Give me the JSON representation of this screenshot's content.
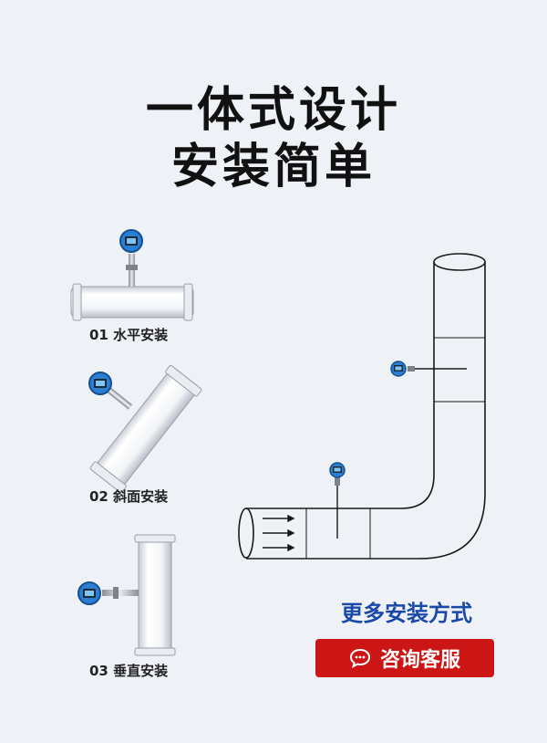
{
  "headline": {
    "line1": "一体式设计",
    "line2": "安装简单"
  },
  "methods": [
    {
      "label": "01 水平安装"
    },
    {
      "label": "02 斜面安装"
    },
    {
      "label": "03 垂直安装"
    }
  ],
  "more_label": "更多安装方式",
  "consult_button": {
    "label": "咨询客服",
    "icon": "chat-bubble-icon",
    "color": "#cc1616"
  },
  "colors": {
    "accent_blue": "#1a49a8",
    "sensor_blue": "#2a7fd4"
  }
}
